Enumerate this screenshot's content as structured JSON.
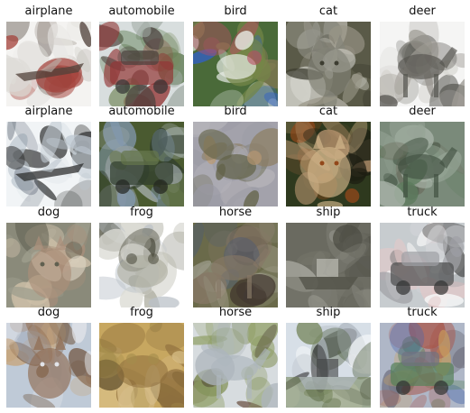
{
  "panels": [
    {
      "label": "airplane",
      "scene": "airplane",
      "palette": [
        "#f4f3f2",
        "#e8e7e5",
        "#b0a9a2",
        "#3a2a22",
        "#9a2b24",
        "#d9d7d3"
      ]
    },
    {
      "label": "automobile",
      "scene": "automobile",
      "palette": [
        "#d9dfde",
        "#9da6a0",
        "#6b7f4f",
        "#8a1f1f",
        "#3a2e2a",
        "#4a6a3a"
      ]
    },
    {
      "label": "bird",
      "scene": "bird",
      "palette": [
        "#4a6a3a",
        "#2f5fd8",
        "#ffffff",
        "#c84a6a",
        "#7a8a4a",
        "#a08060"
      ]
    },
    {
      "label": "cat",
      "scene": "cat",
      "palette": [
        "#5a5a48",
        "#e8e8e2",
        "#8a8a80",
        "#3a3a2e",
        "#a29e90",
        "#c8c6bc"
      ]
    },
    {
      "label": "deer",
      "scene": "deer",
      "palette": [
        "#f5f5f4",
        "#6b6a62",
        "#8a877f",
        "#3f3e38",
        "#b2aea6",
        "#d2d0cb"
      ]
    },
    {
      "label": "airplane",
      "scene": "airplane2",
      "palette": [
        "#f2f4f6",
        "#dde2e8",
        "#b8c2cc",
        "#141414",
        "#586270",
        "#e8ecef"
      ]
    },
    {
      "label": "automobile",
      "scene": "automobile2",
      "palette": [
        "#4a5a30",
        "#8aa0c0",
        "#a0a8b0",
        "#2e3a2e",
        "#6a7a50",
        "#c0c8d0"
      ]
    },
    {
      "label": "bird",
      "scene": "bird2",
      "palette": [
        "#a3a2ab",
        "#8a7a5a",
        "#5a5a3a",
        "#c09a6a",
        "#9a9aa4",
        "#b8b6bc"
      ]
    },
    {
      "label": "cat",
      "scene": "cat2",
      "palette": [
        "#2e3a1e",
        "#c8a07a",
        "#e8c89a",
        "#a04a1a",
        "#1a1a10",
        "#5a4a2a"
      ]
    },
    {
      "label": "deer",
      "scene": "deer2",
      "palette": [
        "#7a8a7a",
        "#5a7a5a",
        "#9aa89a",
        "#3a4a3a",
        "#b0bab0",
        "#6a6a5a"
      ]
    },
    {
      "label": "dog",
      "scene": "dog",
      "palette": [
        "#8a8a7a",
        "#d8c8b0",
        "#b0907a",
        "#5a5a4a",
        "#e8e0d0",
        "#a0a090"
      ]
    },
    {
      "label": "frog",
      "scene": "frog",
      "palette": [
        "#ffffff",
        "#6a6a5a",
        "#a0a090",
        "#3a3a2a",
        "#b0b8c0",
        "#d8d8d0"
      ]
    },
    {
      "label": "horse",
      "scene": "horse",
      "palette": [
        "#6a6a4a",
        "#d0c8c0",
        "#3a2e2a",
        "#8a7a6a",
        "#4a5a7a",
        "#a0a090"
      ]
    },
    {
      "label": "ship",
      "scene": "ship",
      "palette": [
        "#6a6a60",
        "#7a7a70",
        "#d8d8d0",
        "#4a4a40",
        "#8a8a80",
        "#5a5a50"
      ]
    },
    {
      "label": "truck",
      "scene": "truck",
      "palette": [
        "#c8ccd0",
        "#ffffff",
        "#e8c8c8",
        "#3a3a3a",
        "#9a9aa0",
        "#d8d8dc"
      ]
    },
    {
      "label": "dog",
      "scene": "dog2",
      "palette": [
        "#c0cad8",
        "#c8a070",
        "#8a6040",
        "#e8e8ec",
        "#a8b0c0",
        "#6a4a30"
      ]
    },
    {
      "label": "frog",
      "scene": "frog2",
      "palette": [
        "#c8a860",
        "#d8c090",
        "#8a6a3a",
        "#a08a4a",
        "#e0c890",
        "#5a4a2a"
      ]
    },
    {
      "label": "horse",
      "scene": "horse2",
      "palette": [
        "#d8dce0",
        "#5a3a2a",
        "#7a8a4a",
        "#a8b0b8",
        "#3a2a1a",
        "#8a9a5a"
      ]
    },
    {
      "label": "ship",
      "scene": "ship2",
      "palette": [
        "#d8e0e8",
        "#6a7a4a",
        "#2a2a2a",
        "#a8b0b8",
        "#ffffff",
        "#4a5a3a"
      ]
    },
    {
      "label": "truck",
      "scene": "truck2",
      "palette": [
        "#b0b8c8",
        "#3a5aa8",
        "#a84a3a",
        "#4a7a4a",
        "#6a6a78",
        "#d0a050"
      ]
    }
  ]
}
